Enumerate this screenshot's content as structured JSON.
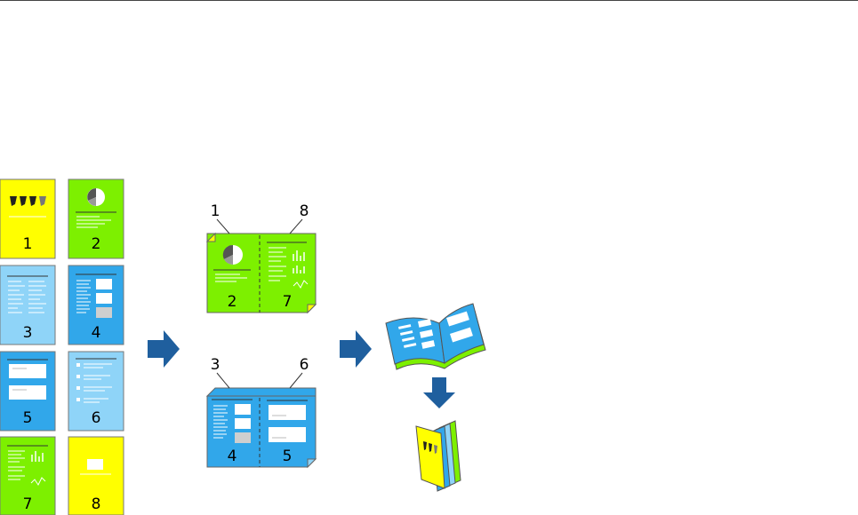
{
  "colors": {
    "yellow": "#ffff00",
    "green": "#7df000",
    "light_blue": "#8fd4f8",
    "blue": "#31a7ea",
    "arrow": "#1f5f9e"
  },
  "pages": [
    {
      "label": "1",
      "color": "yellow"
    },
    {
      "label": "2",
      "color": "green"
    },
    {
      "label": "3",
      "color": "light_blue"
    },
    {
      "label": "4",
      "color": "blue"
    },
    {
      "label": "5",
      "color": "blue"
    },
    {
      "label": "6",
      "color": "light_blue"
    },
    {
      "label": "7",
      "color": "green"
    },
    {
      "label": "8",
      "color": "yellow"
    }
  ],
  "sheet_top": {
    "left_page": "2",
    "right_page": "7",
    "callout_left": "1",
    "callout_right": "8"
  },
  "sheet_bottom": {
    "left_page": "4",
    "right_page": "5",
    "callout_left": "3",
    "callout_right": "6"
  },
  "icons": [
    "arrow-right-icon",
    "open-booklet-icon",
    "arrow-down-icon",
    "closed-booklet-icon"
  ]
}
